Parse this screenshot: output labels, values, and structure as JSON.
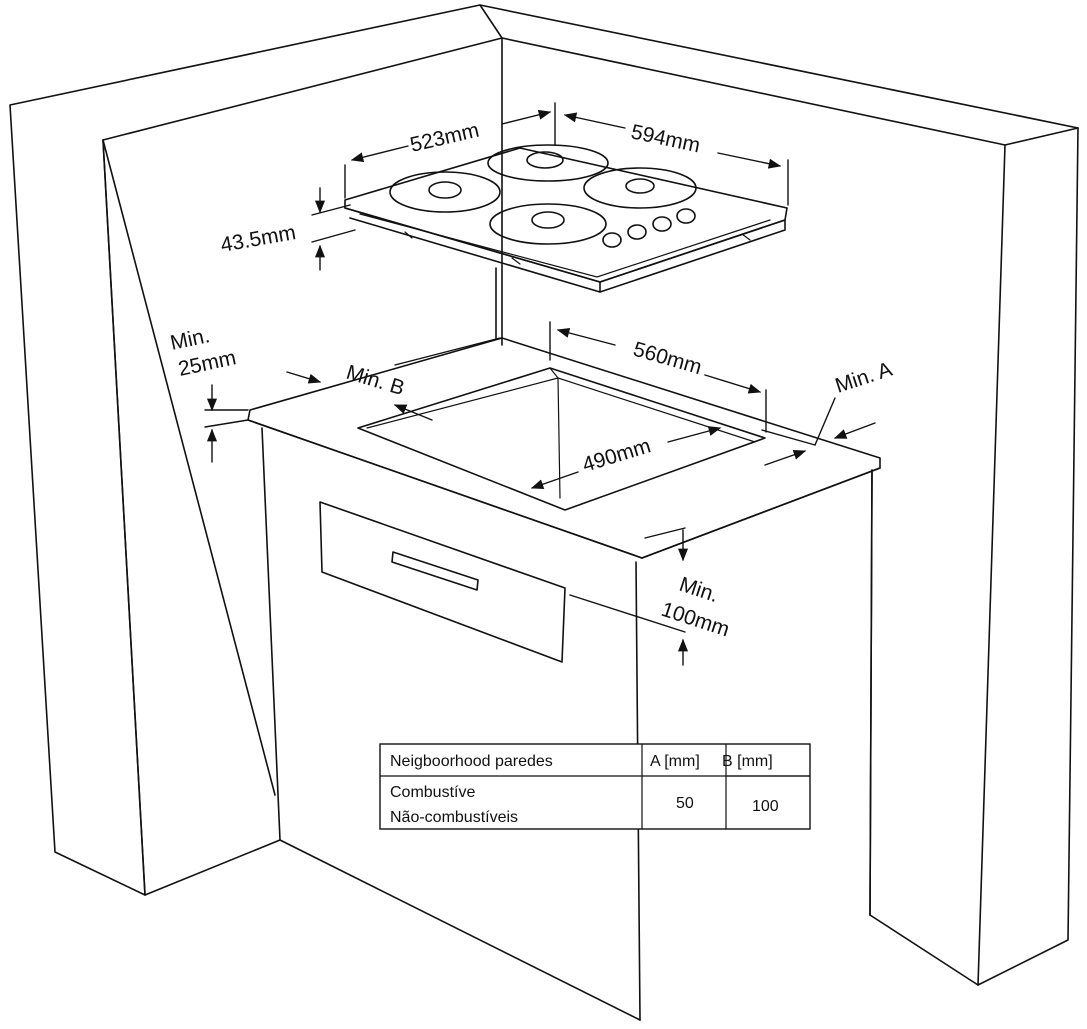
{
  "dimensions": {
    "hob_depth": "523mm",
    "hob_width": "594mm",
    "hob_height": "43.5mm",
    "cutout_width": "560mm",
    "cutout_depth": "490mm",
    "min_a": "Min. A",
    "min_b": "Min. B",
    "min_top_line1": "Min.",
    "min_top_line2": "25mm",
    "min_front_line1": "Min.",
    "min_front_line2": "100mm"
  },
  "table": {
    "headers": [
      "Neigboorhood paredes",
      "A [mm]",
      "B [mm]"
    ],
    "row_label_line1": "Combustíve",
    "row_label_line2": "Não-combustíveis",
    "a_value": "50",
    "b_value": "100"
  },
  "colors": {
    "line": "#111111",
    "background": "#ffffff"
  }
}
